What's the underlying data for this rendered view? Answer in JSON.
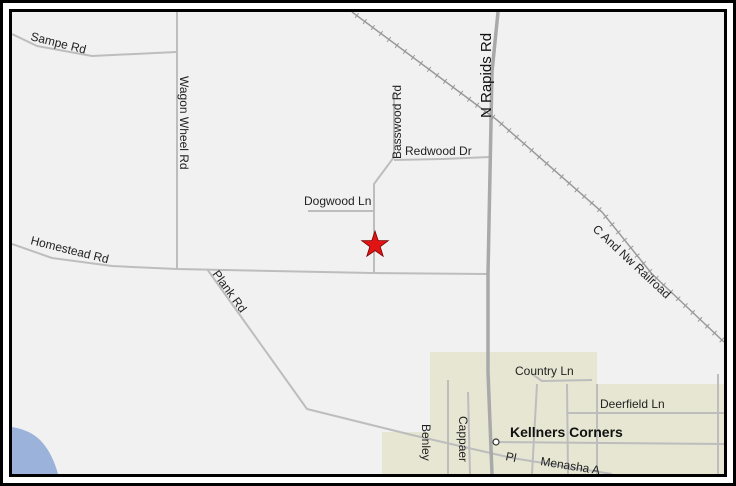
{
  "map": {
    "colors": {
      "background": "#f1f1f1",
      "road": "#bdbdbd",
      "major_road": "#a9a9a9",
      "urban": "#e7e6d3",
      "water": "#9bb2da",
      "railroad": "#9a9a9a",
      "marker": "#e01414"
    },
    "marker_icon": "star-icon",
    "labels": {
      "sampe_rd": "Sampe Rd",
      "wagon_wheel_rd": "Wagon Wheel Rd",
      "basswood_rd": "Basswood Rd",
      "n_rapids_rd": "N Rapids Rd",
      "redwood_dr": "Redwood Dr",
      "dogwood_ln": "Dogwood Ln",
      "homestead_rd": "Homestead Rd",
      "plank_rd": "Plank Rd",
      "railroad": "C And Nw Railroad",
      "country_ln": "Country Ln",
      "deerfield_ln": "Deerfield Ln",
      "kellners_corners": "Kellners Corners",
      "capparo": "Cappaer",
      "benley": "Benley",
      "menasha": "Menasha A",
      "plank_partial": "Pl"
    }
  }
}
